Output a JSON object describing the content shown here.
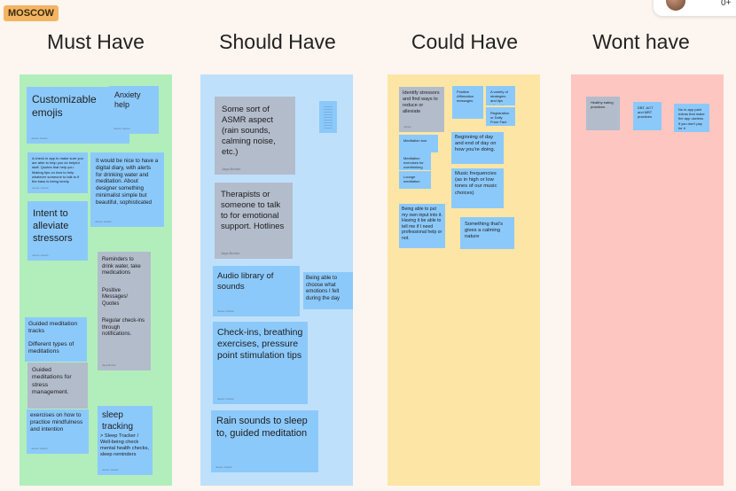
{
  "board": {
    "tag": "MOSCOW",
    "user_badge": "0+"
  },
  "columns": [
    {
      "title": "Must Have",
      "color": "#b1eebc"
    },
    {
      "title": "Should Have",
      "color": "#bfe0fb"
    },
    {
      "title": "Could Have",
      "color": "#fde5a5"
    },
    {
      "title": "Wont have",
      "color": "#fdc6c1"
    }
  ],
  "must": {
    "n1": "Customizable emojis",
    "n1_author": "Jessie Jurado",
    "n2": "Anxiety help",
    "n2_author": "Jessie Jurado",
    "n3": "A check in app to make sure you are able to help you do helpful stuff. Quotes that help you. Making tips on how to help whatever someone to talk to if the bass is being lonely.",
    "n3_author": "Jessie Jurado",
    "n4": "It would be nice to have a digital diary, with alerts for drinking water and meditation. About designer something minimalist simple but beautiful, sophisticated",
    "n4_author": "Jessie Jurado",
    "n5": "Intent to alleviate stressors",
    "n5_author": "Jessie Jurado",
    "n6_lines": [
      "Reminders to drink water, take medications",
      "Positive Messages/ Quotes",
      "Regular check-ins through notifications."
    ],
    "n6_author": "Jaya Burton",
    "n7": "Guided meditation tracks",
    "n8": "Different types of meditations",
    "n9": "Guided meditations for stress management.",
    "n10": "exercises on how to practice mindfulness and intention",
    "n10_author": "Jessie Jurado",
    "n11": "sleep tracking",
    "n12": "> Sleep Tracker / Well-being check mental health checks, sleep reminders",
    "n12_author": "Jessie Jurado"
  },
  "should": {
    "n1": "Some sort of ASMR aspect (rain sounds, calming noise, etc.)",
    "n1_author": "Jaya Burton",
    "n2": "Therapists or someone to talk to for emotional support. Hotlines",
    "n2_author": "Jaya Burton",
    "n3": "Audio library of sounds",
    "n3_author": "Jessie Jurado",
    "n4": "Being able to choose what emotions I felt during the day",
    "n5": "Check-ins, breathing exercises, pressure point stimulation tips",
    "n5_author": "Jessie Jurado",
    "n6": "Rain sounds to sleep to, guided meditation",
    "n6_author": "Jessie Jurado"
  },
  "could": {
    "n1": "Identify stressors and find ways to reduce or alleviate",
    "n1_author": "Jessie",
    "n2": "Positive Affirmation messages",
    "n3": "A variety of strategies and tips tailored to individuals",
    "n4": "Registration or Daily From Fact Ideas",
    "n5": "Meditation tour",
    "n6": "Meditation exercises for overthinking",
    "n7": "Lounge meditation",
    "n8": "Beginning of day and end of day on how you're doing.",
    "n9": "Music frequencies (as in high or low tones of our music choices)",
    "n10": "Being able to put my own input into it. Having it be able to tell me if I need professional help or not.",
    "n11": "Something that's gives a calming nature"
  },
  "wont": {
    "n1": "Healthy eating practices.",
    "n2": "DBT, ACT and MBT practices",
    "n3": "No in app paid extras that make the app useless if you don't pay for it"
  }
}
